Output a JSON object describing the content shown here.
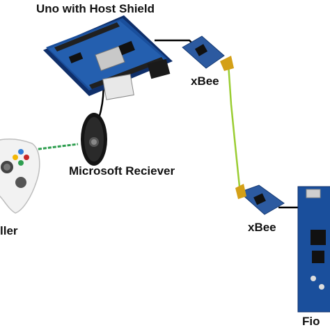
{
  "labels": {
    "uno": "Uno with Host Shield",
    "xbee_top": "xBee",
    "receiver": "Microsoft Reciever",
    "controller": "ller",
    "xbee_bottom": "xBee",
    "fio": "Fio"
  },
  "components": [
    "arduino-uno-host-shield",
    "xbee-module-top",
    "microsoft-wireless-receiver",
    "xbox-360-controller",
    "xbee-module-bottom",
    "arduino-fio-board"
  ],
  "colors": {
    "board_blue": "#1a4f9c",
    "board_dark": "#0f2f6a",
    "wire_black": "#000000",
    "wireless_link": "#9acd32",
    "controller_link": "#2e9e4f",
    "xbee_board": "#2c5aa0",
    "controller_white": "#f2f2f2",
    "receiver_black": "#141414"
  }
}
